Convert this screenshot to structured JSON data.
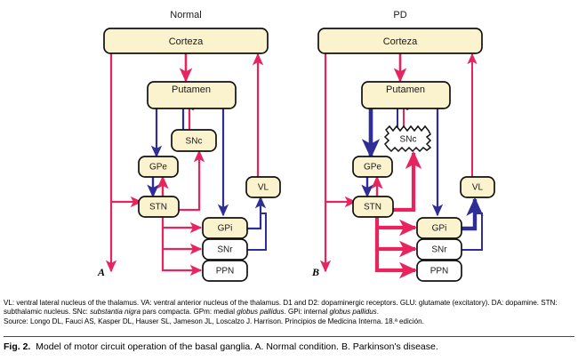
{
  "figure": {
    "panels": [
      {
        "id": "normal",
        "title": "Normal",
        "letter": "A",
        "nodes": [
          {
            "id": "corteza",
            "label": "Corteza"
          },
          {
            "id": "putamen",
            "label": "Putamen"
          },
          {
            "id": "snc",
            "label": "SNc"
          },
          {
            "id": "gpe",
            "label": "GPe"
          },
          {
            "id": "stn",
            "label": "STN"
          },
          {
            "id": "vl",
            "label": "VL"
          },
          {
            "id": "gpi",
            "label": "GPi"
          },
          {
            "id": "snr",
            "label": "SNr"
          },
          {
            "id": "ppn",
            "label": "PPN"
          }
        ]
      },
      {
        "id": "pd",
        "title": "PD",
        "letter": "B",
        "nodes": [
          {
            "id": "corteza",
            "label": "Corteza"
          },
          {
            "id": "putamen",
            "label": "Putamen"
          },
          {
            "id": "snc",
            "label": "SNc"
          },
          {
            "id": "gpe",
            "label": "GPe"
          },
          {
            "id": "stn",
            "label": "STN"
          },
          {
            "id": "vl",
            "label": "VL"
          },
          {
            "id": "gpi",
            "label": "GPi"
          },
          {
            "id": "snr",
            "label": "SNr"
          },
          {
            "id": "ppn",
            "label": "PPN"
          }
        ]
      }
    ],
    "colors": {
      "excitatory_red": "#E8245F",
      "inhibitory_blue": "#2E2E96",
      "box_fill_cream": "#FAF3CD",
      "box_fill_white": "#FFFFFF",
      "box_stroke": "#111111"
    },
    "legend_html": "VL: ventral lateral nucleus of the thalamus. VA: ventral anterior nucleus of the thalamus. D1 and D2: dopaminergic receptors. GLU: glutamate (excitatory). DA: dopamine. STN: subthalamic nucleus. SNc: <i>substantia nigra</i> pars compacta. GPm: medial <i>globus pallidus</i>. GPi: internal <i>globus pallidus</i>.<br>Source: Longo DL, Fauci AS, Kasper DL, Hauser SL, Jameson JL, Loscalzo J. Harrison. Principios de Medicina Interna. 18.&#170; edici&#243;n.",
    "caption_html": "<b>Fig. 2.</b>&nbsp; Model of motor circuit operation of the basal ganglia. A. Normal condition. B. Parkinson's disease."
  }
}
